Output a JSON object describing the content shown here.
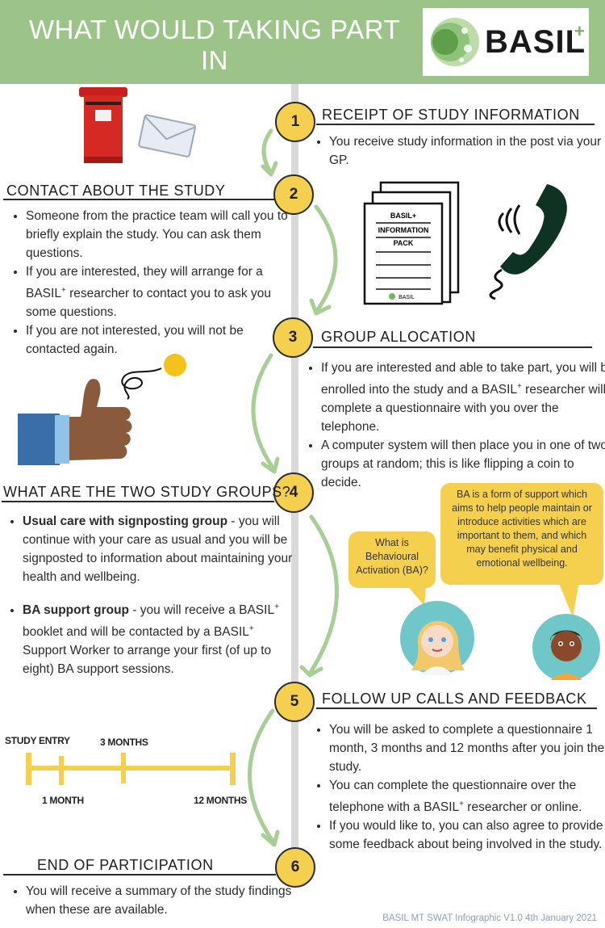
{
  "header": {
    "title_line1": "WHAT WOULD TAKING PART IN",
    "title_line2_pre": "THE BASIL",
    "title_line2_sup": "+",
    "title_line2_post": " STUDY INVOLVE?",
    "logo_text": "BASIL",
    "logo_plus": "+"
  },
  "steps": [
    {
      "number": "1",
      "title": "RECEIPT OF STUDY INFORMATION"
    },
    {
      "number": "2",
      "title": "CONTACT ABOUT THE STUDY"
    },
    {
      "number": "3",
      "title": "GROUP ALLOCATION"
    },
    {
      "number": "4",
      "title": "WHAT ARE THE TWO STUDY GROUPS?"
    },
    {
      "number": "5",
      "title": "FOLLOW UP CALLS AND FEEDBACK"
    },
    {
      "number": "6",
      "title": "END OF PARTICIPATION"
    }
  ],
  "step1": {
    "b1": "You receive study information in the post via your GP."
  },
  "step2": {
    "b1": "Someone from the practice team will call you to briefly explain the study. You can ask them questions.",
    "b2_pre": "If you are interested, they will arrange for a BASIL",
    "b2_post": " researcher to contact you to ask you some questions.",
    "b3": "If you are not interested, you will not be contacted again."
  },
  "step3": {
    "b1_pre": "If you are interested and able to take part, you will be enrolled into the study and a BASIL",
    "b1_post": " researcher will complete a questionnaire with you over the telephone.",
    "b2": "A computer system will then place you in one of two groups at random; this is like flipping a coin to decide."
  },
  "step4": {
    "g1_bold": "Usual care with signposting group",
    "g1_text": " - you will continue with your care as usual and you will be signposted to information about maintaining your health and wellbeing.",
    "g2_bold": "BA support group",
    "g2_a": " - you will receive a BASIL",
    "g2_b": " booklet and will be contacted by a BASIL",
    "g2_c": " Support Worker to arrange your first (of up to eight) BA support sessions."
  },
  "step5": {
    "b1": "You will be asked to complete a questionnaire 1 month, 3 months and 12 months after you join the study.",
    "b2_pre": "You can complete the questionnaire over the telephone with a BASIL",
    "b2_post": " researcher or online.",
    "b3": "If you would like to, you can also agree to provide some feedback about being involved in the study."
  },
  "step6": {
    "b1": "You will receive a summary of the study findings when these are available."
  },
  "sup_plus": "+",
  "info_pack": {
    "line1": "BASIL+",
    "line2": "INFORMATION",
    "line3": "PACK",
    "footer": "BASIL"
  },
  "bubbles": {
    "question": "What is Behavioural Activation (BA)?",
    "answer": "BA is a form of support which aims to help people maintain or introduce activities which are important to them, and which may benefit physical and emotional wellbeing."
  },
  "timeline": {
    "study_entry": "STUDY ENTRY",
    "three_months": "3 MONTHS",
    "one_month": "1 MONTH",
    "twelve_months": "12 MONTHS"
  },
  "footer": "BASIL MT SWAT Infographic V1.0 4th January 2021",
  "colors": {
    "green": "#9cc488",
    "yellow": "#f4d04e",
    "arrow": "#a7cf95"
  }
}
